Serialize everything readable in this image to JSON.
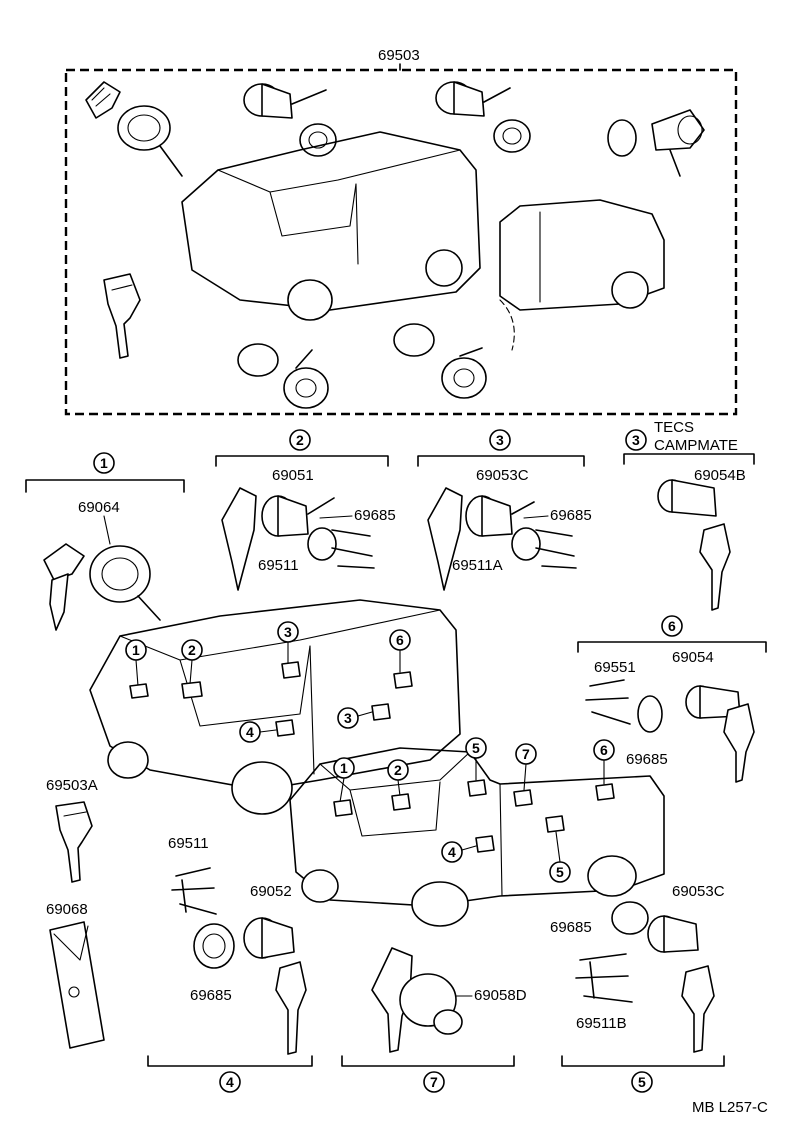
{
  "top_assembly": {
    "part": "69503"
  },
  "groups": {
    "g1": {
      "num": "1",
      "parts": [
        "69064"
      ]
    },
    "g2": {
      "num": "2",
      "parts": [
        "69051",
        "69685",
        "69511"
      ]
    },
    "g3": {
      "num": "3",
      "parts": [
        "69053C",
        "69685",
        "69511A"
      ]
    },
    "g3b": {
      "num": "3",
      "title_line1": "TECS",
      "title_line2": "CAMPMATE",
      "parts": [
        "69054B"
      ]
    },
    "g6": {
      "num": "6",
      "parts": [
        "69551",
        "69054",
        "69685"
      ]
    },
    "g4": {
      "num": "4",
      "parts": [
        "69511",
        "69052",
        "69685"
      ]
    },
    "g7": {
      "num": "7",
      "parts": [
        "69058D"
      ]
    },
    "g5": {
      "num": "5",
      "parts": [
        "69685",
        "69053C",
        "69511B"
      ]
    }
  },
  "loose_parts": {
    "key": "69503A",
    "case": "69068"
  },
  "callouts": {
    "van": [
      "1",
      "2",
      "3",
      "6",
      "4",
      "3"
    ],
    "truck": [
      "1",
      "2",
      "5",
      "7",
      "6",
      "4",
      "5"
    ]
  },
  "footer": {
    "code": "MB L257-C"
  }
}
